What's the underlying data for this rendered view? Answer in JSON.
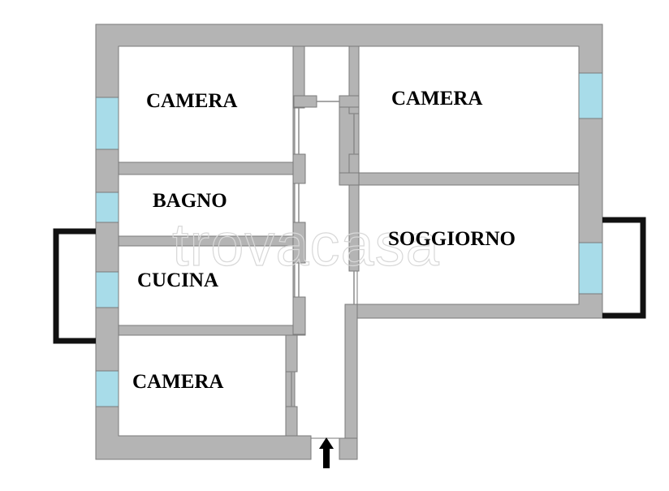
{
  "rooms": {
    "camera_top_left": "CAMERA",
    "camera_top_right": "CAMERA",
    "bagno": "BAGNO",
    "cucina": "CUCINA",
    "soggiorno": "SOGGIORNO",
    "camera_bottom_left": "CAMERA"
  },
  "watermark": "trovacasa",
  "icons": {
    "entrance": "entrance-arrow-icon"
  },
  "colors": {
    "wall": "#b4b4b4",
    "window": "#a8dce9",
    "balcony": "#111111"
  }
}
